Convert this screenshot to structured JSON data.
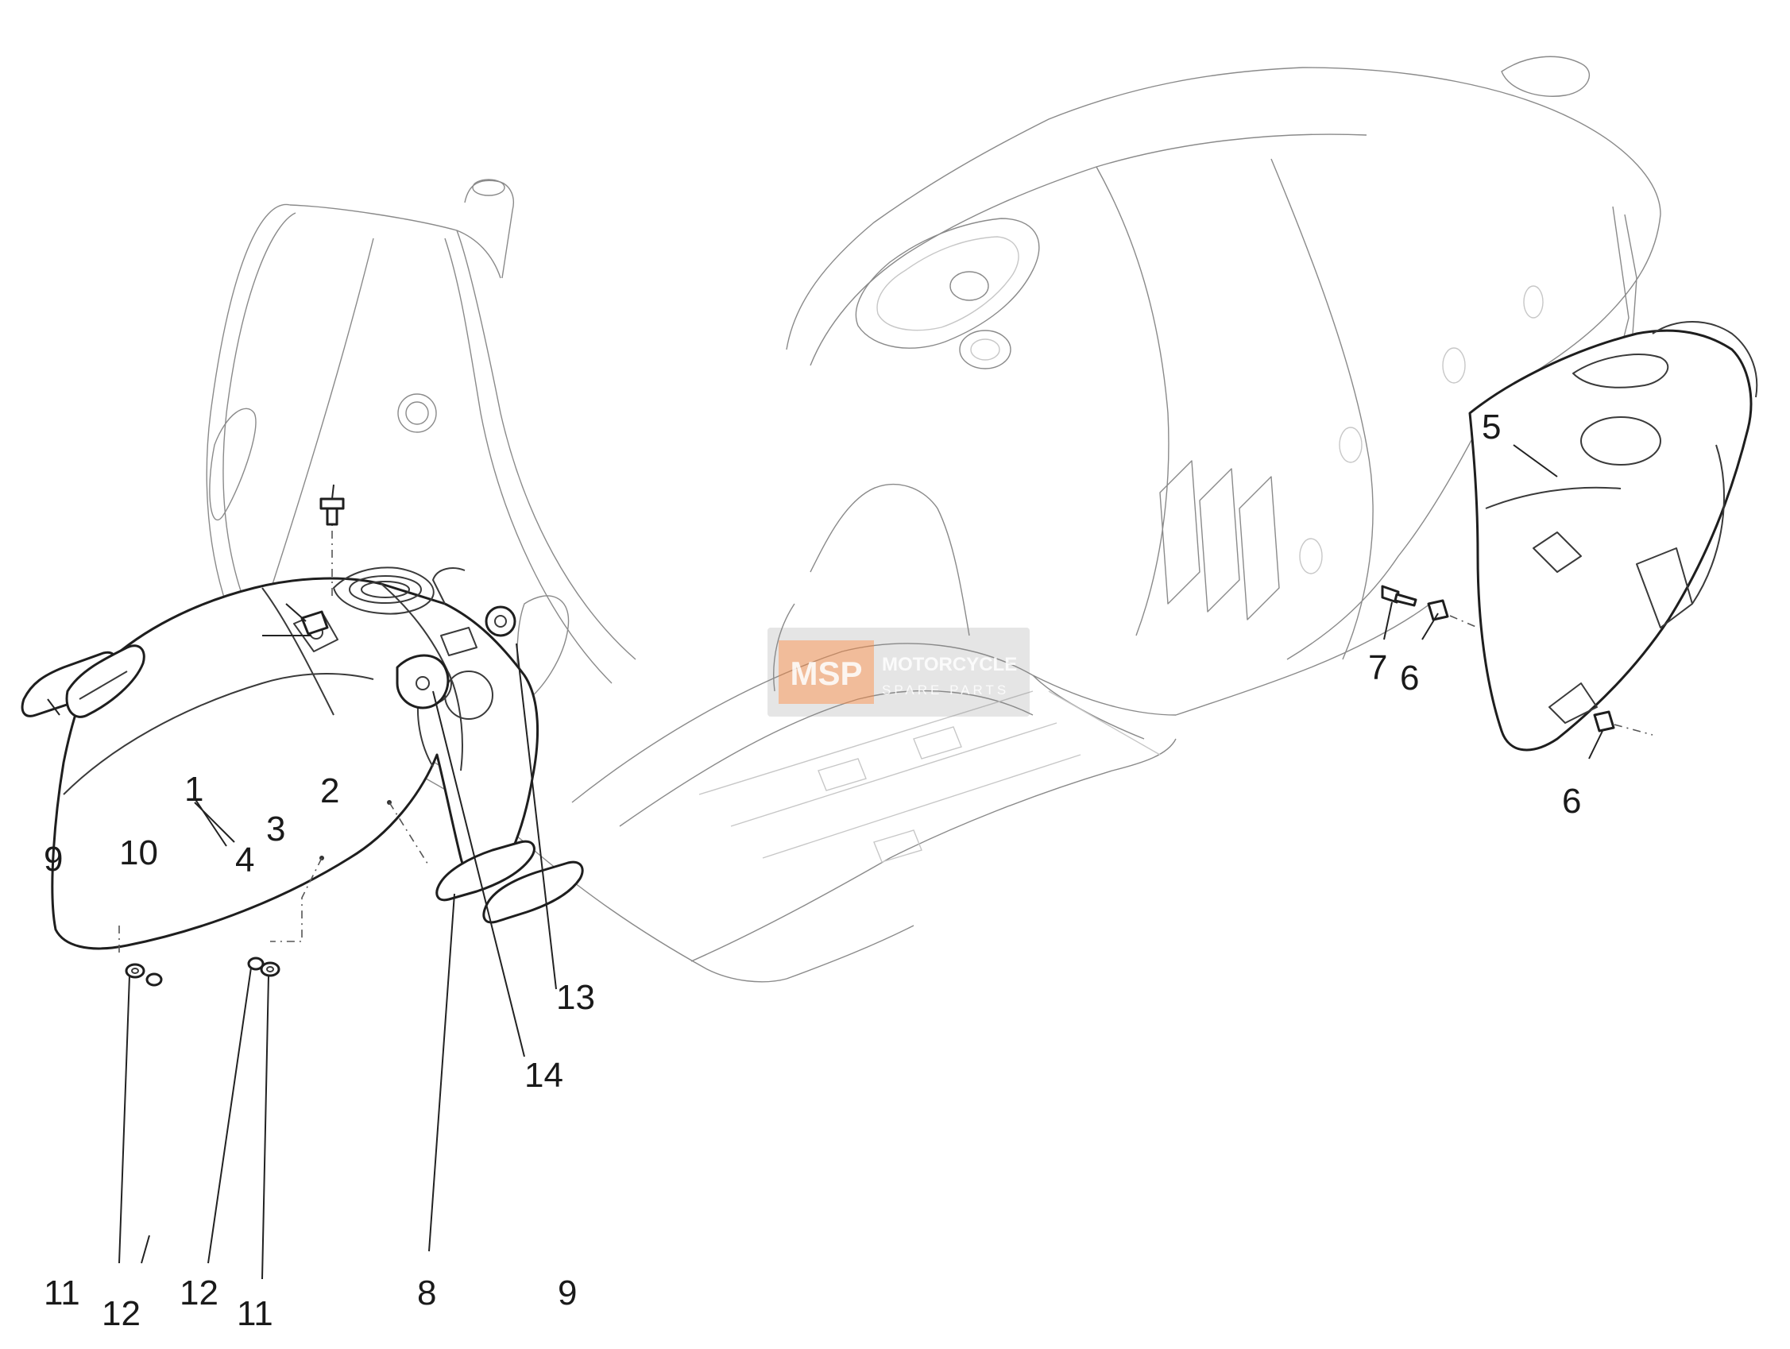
{
  "diagram": {
    "callouts": [
      {
        "id": "c1",
        "label": "1"
      },
      {
        "id": "c2",
        "label": "2"
      },
      {
        "id": "c3",
        "label": "3"
      },
      {
        "id": "c4",
        "label": "4"
      },
      {
        "id": "c5",
        "label": "5"
      },
      {
        "id": "c6a",
        "label": "6"
      },
      {
        "id": "c6b",
        "label": "6"
      },
      {
        "id": "c7",
        "label": "7"
      },
      {
        "id": "c8",
        "label": "8"
      },
      {
        "id": "c9a",
        "label": "9"
      },
      {
        "id": "c9b",
        "label": "9"
      },
      {
        "id": "c10",
        "label": "10"
      },
      {
        "id": "c11a",
        "label": "11"
      },
      {
        "id": "c11b",
        "label": "11"
      },
      {
        "id": "c12a",
        "label": "12"
      },
      {
        "id": "c12b",
        "label": "12"
      },
      {
        "id": "c13",
        "label": "13"
      },
      {
        "id": "c14",
        "label": "14"
      }
    ]
  },
  "watermark": {
    "logo_text": "MSP",
    "brand_line1": "MOTORCYCLE",
    "brand_line2": "SPARE PARTS"
  }
}
